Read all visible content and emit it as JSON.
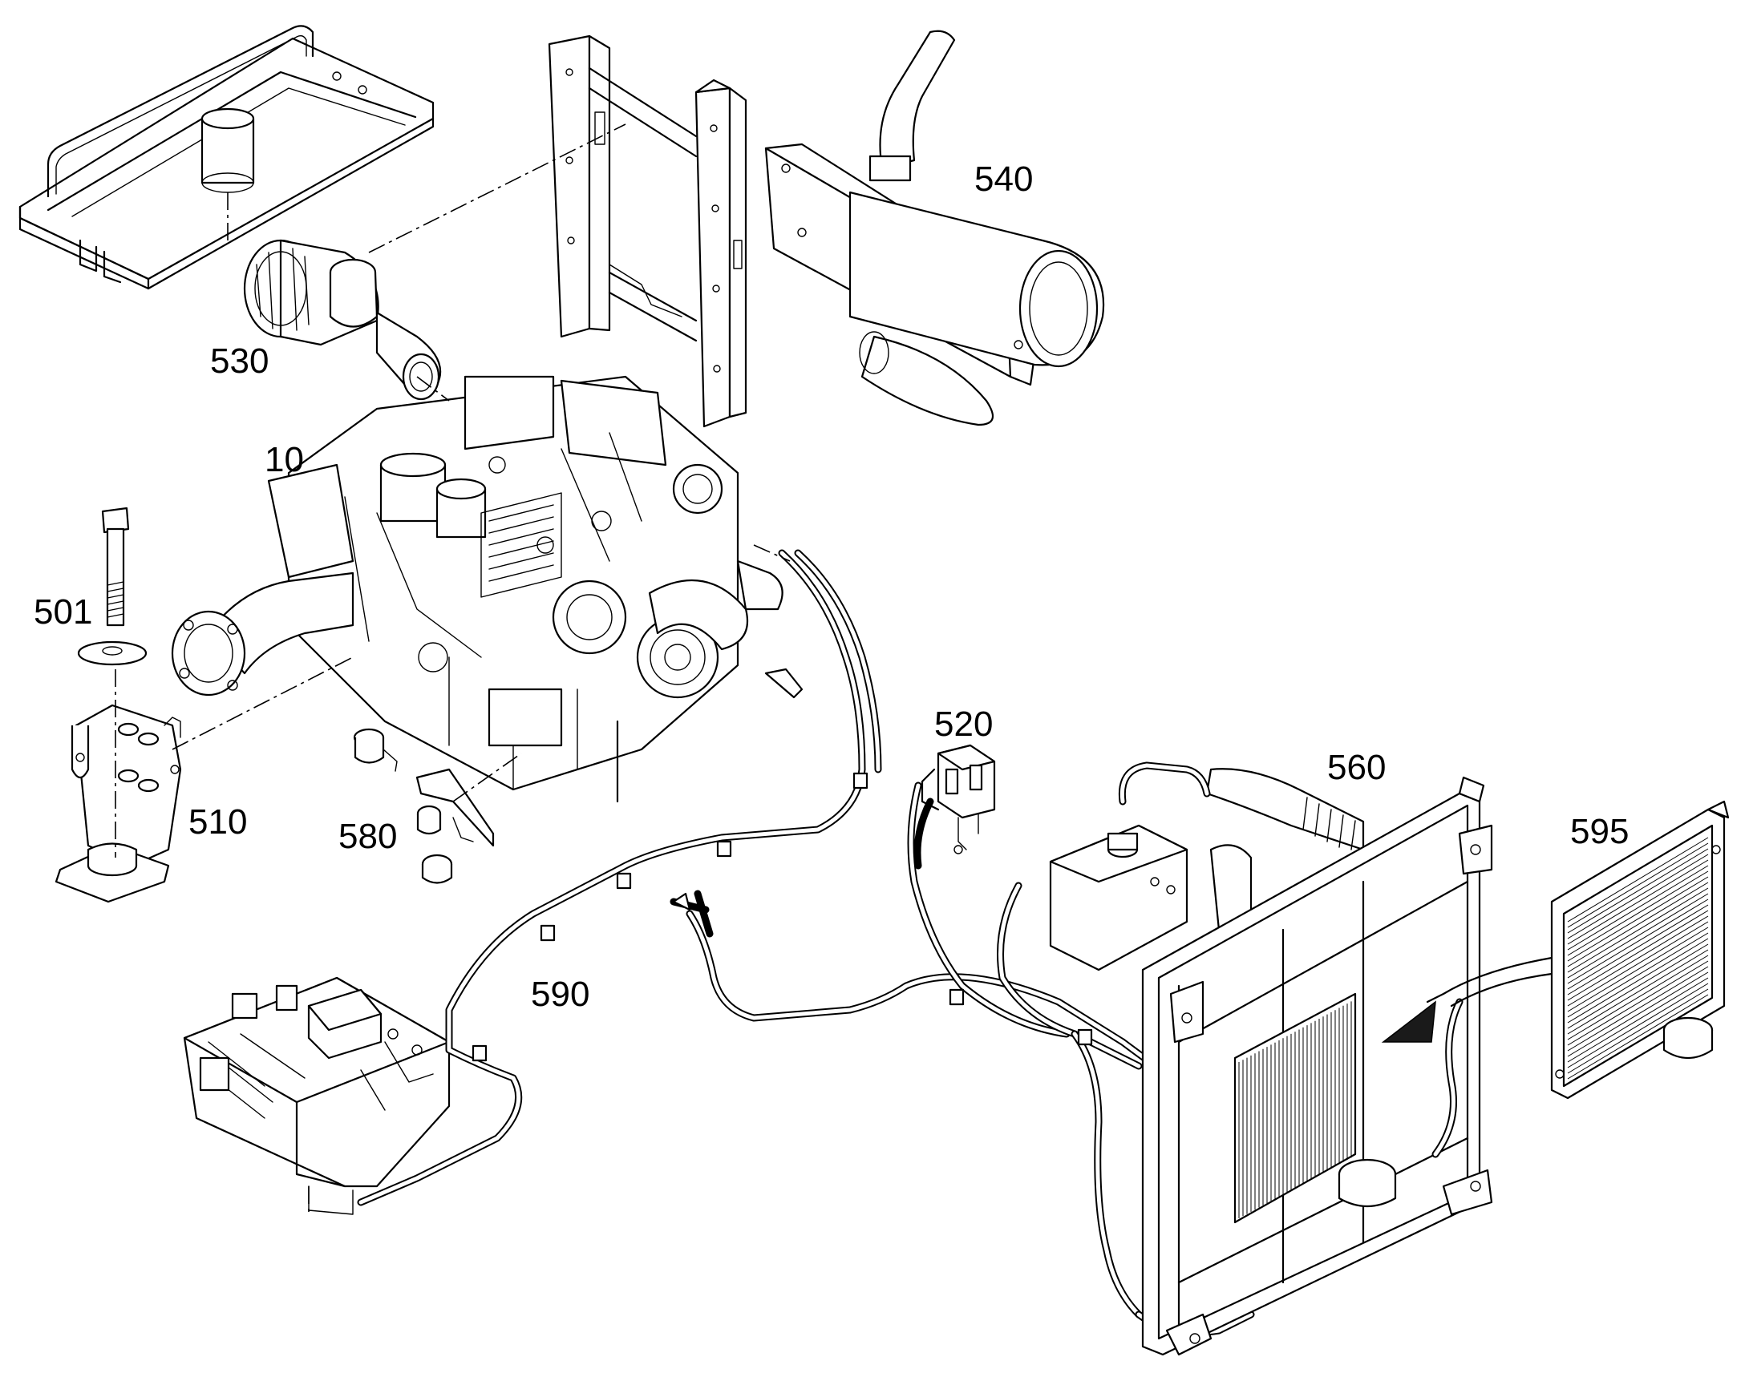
{
  "diagram": {
    "callouts": [
      {
        "id": "p10",
        "text": "10"
      },
      {
        "id": "p501",
        "text": "501"
      },
      {
        "id": "p510",
        "text": "510"
      },
      {
        "id": "p520",
        "text": "520"
      },
      {
        "id": "p530",
        "text": "530"
      },
      {
        "id": "p540",
        "text": "540"
      },
      {
        "id": "p560",
        "text": "560"
      },
      {
        "id": "p580",
        "text": "580"
      },
      {
        "id": "p590",
        "text": "590"
      },
      {
        "id": "p595",
        "text": "595"
      }
    ]
  }
}
